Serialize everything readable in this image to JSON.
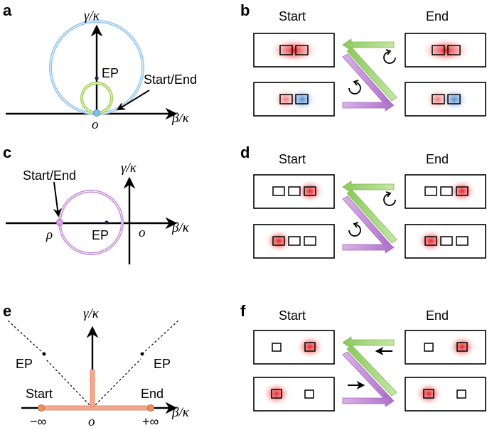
{
  "panels": {
    "a": {
      "letter": "a",
      "y_axis": "γ/κ",
      "x_axis": "β/κ",
      "origin": "o",
      "ep": "EP",
      "marker": "Start/End",
      "colors": {
        "outer": "#8fc3ea",
        "inner": "#9ecf4f",
        "point": "#7ec2e6"
      }
    },
    "b": {
      "letter": "b",
      "start": "Start",
      "end": "End",
      "colors": {
        "red": "#e8232a",
        "blue": "#3d7fd1",
        "green": "#9ccf6c",
        "purple": "#bd86d3"
      }
    },
    "c": {
      "letter": "c",
      "y_axis": "γ/κ",
      "x_axis": "β/κ",
      "origin": "o",
      "ep": "EP",
      "marker": "Start/End",
      "rho": "ρ",
      "colors": {
        "circle": "#c58fd6"
      }
    },
    "d": {
      "letter": "d",
      "start": "Start",
      "end": "End"
    },
    "e": {
      "letter": "e",
      "y_axis": "γ/κ",
      "x_axis": "β/κ",
      "origin": "o",
      "ep_left": "EP",
      "ep_right": "EP",
      "start": "Start",
      "end": "End",
      "minus_inf": "−∞",
      "plus_inf": "+∞",
      "colors": {
        "path": "#f0a98f",
        "point": "#e9925f"
      }
    },
    "f": {
      "letter": "f",
      "start": "Start",
      "end": "End"
    }
  }
}
